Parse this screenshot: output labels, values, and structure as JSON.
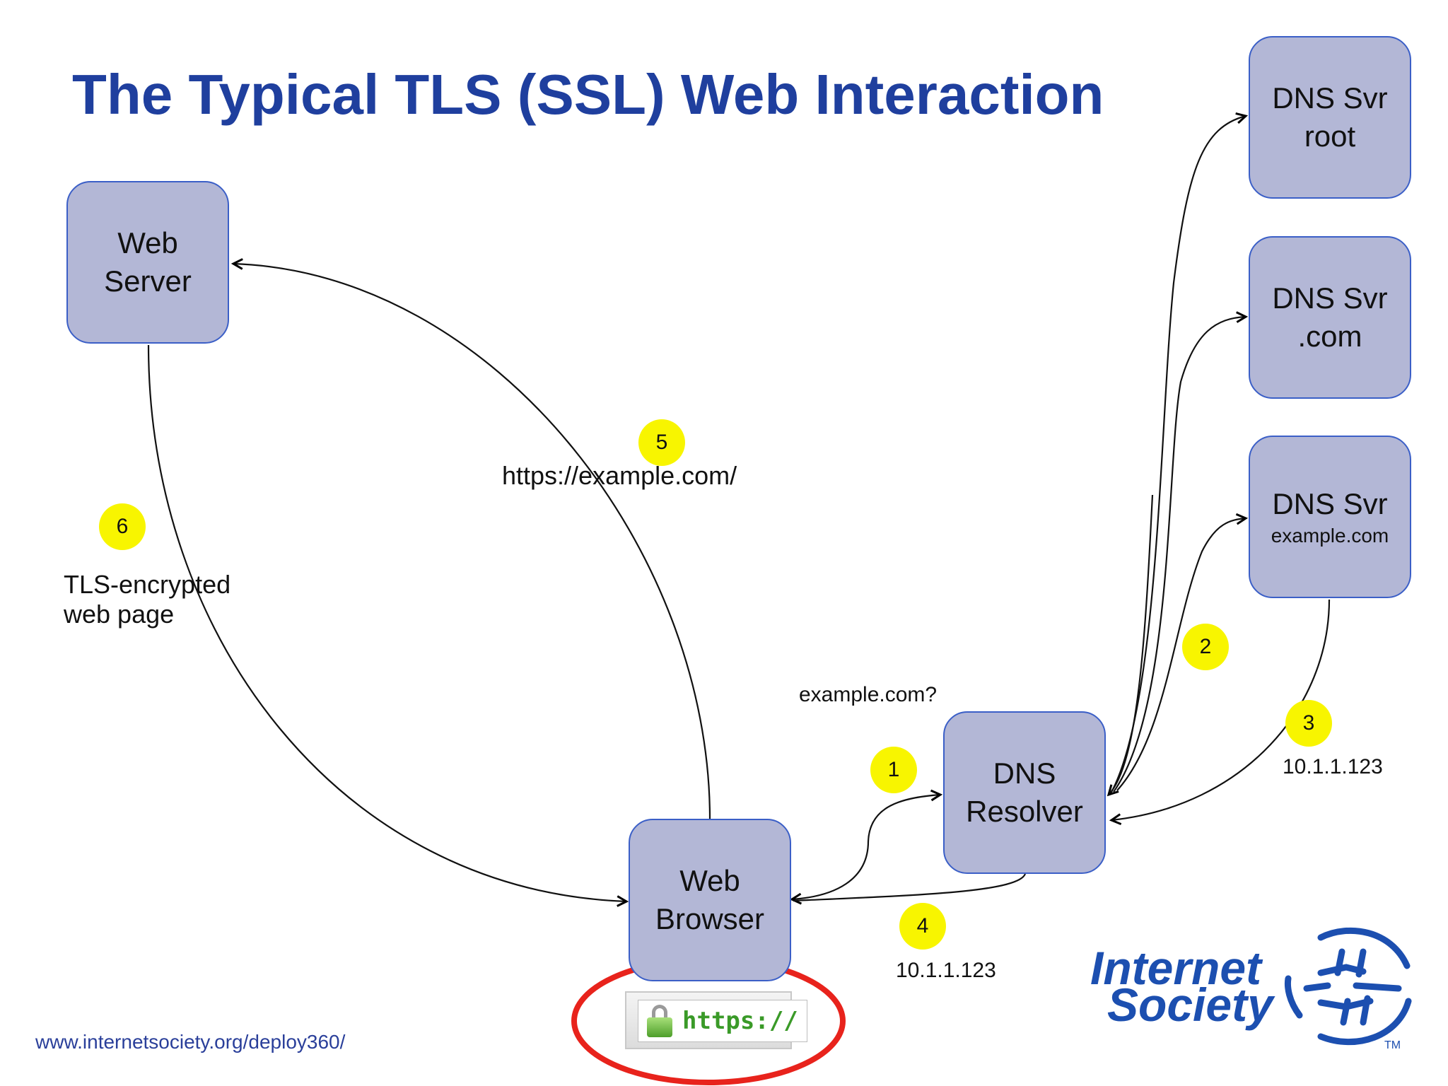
{
  "title": "The Typical TLS (SSL) Web Interaction",
  "nodes": {
    "web_server": {
      "line1": "Web",
      "line2": "Server"
    },
    "web_browser": {
      "line1": "Web",
      "line2": "Browser"
    },
    "dns_resolver": {
      "line1": "DNS",
      "line2": "Resolver"
    },
    "dns_root": {
      "line1": "DNS Svr",
      "line2": "root"
    },
    "dns_com": {
      "line1": "DNS Svr",
      "line2": ".com"
    },
    "dns_example": {
      "line1": "DNS Svr",
      "line2": "example.com"
    }
  },
  "steps": {
    "s1": "1",
    "s2": "2",
    "s3": "3",
    "s4": "4",
    "s5": "5",
    "s6": "6"
  },
  "labels": {
    "query": "example.com?",
    "ip_from_auth": "10.1.1.123",
    "ip_to_browser": "10.1.1.123",
    "request_url": "https://example.com/",
    "encrypted_line1": "TLS-encrypted",
    "encrypted_line2": "web page"
  },
  "address_bar": {
    "text": "https://"
  },
  "footer": {
    "url": "www.internetsociety.org/deploy360/"
  },
  "logo": {
    "line1": "Internet",
    "line2": "Society",
    "tm": "TM"
  },
  "colors": {
    "title": "#1f3f9e",
    "node_fill": "#b3b7d6",
    "node_border": "#3b5fc7",
    "badge": "#f8f500",
    "highlight_circle": "#e8231c",
    "logo": "#1c4fb0"
  }
}
